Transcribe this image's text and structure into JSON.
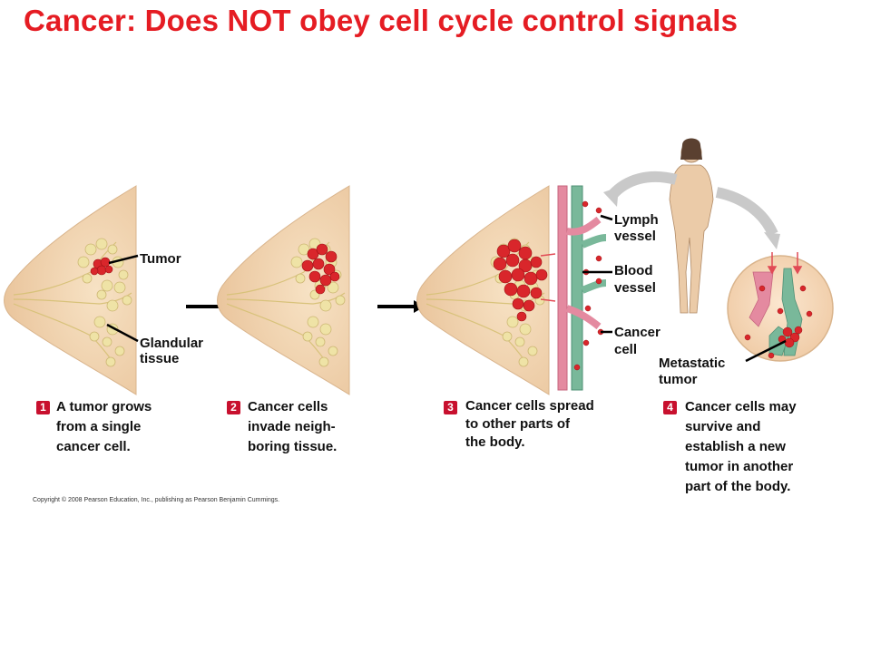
{
  "title": "Cancer:  Does NOT obey cell cycle control signals",
  "labels": {
    "tumor": "Tumor",
    "glandular_1": "Glandular",
    "glandular_2": "tissue",
    "lymph_1": "Lymph",
    "lymph_2": "vessel",
    "blood_1": "Blood",
    "blood_2": "vessel",
    "cancer_1": "Cancer",
    "cancer_2": "cell",
    "metastatic_1": "Metastatic",
    "metastatic_2": "tumor"
  },
  "steps": [
    {
      "num": "1",
      "lines": [
        "A tumor grows",
        "from a single",
        "cancer cell."
      ]
    },
    {
      "num": "2",
      "lines": [
        "Cancer cells",
        "invade neigh-",
        "boring tissue."
      ]
    },
    {
      "num": "3",
      "lines": [
        "Cancer cells spread",
        "to other parts of",
        "the body."
      ]
    },
    {
      "num": "4",
      "lines": [
        "Cancer cells may",
        "survive and",
        "establish a new",
        "tumor in another",
        "part of the body."
      ]
    }
  ],
  "copyright": "Copyright © 2008 Pearson Education, Inc., publishing as Pearson Benjamin Cummings.",
  "colors": {
    "title": "#e51c23",
    "breast_skin": "#f0d4ad",
    "gland": "#efe3a6",
    "tumor": "#d9262b",
    "lymph": "#e48aa0",
    "blood": "#79b89a",
    "step_badge": "#c8102e"
  }
}
